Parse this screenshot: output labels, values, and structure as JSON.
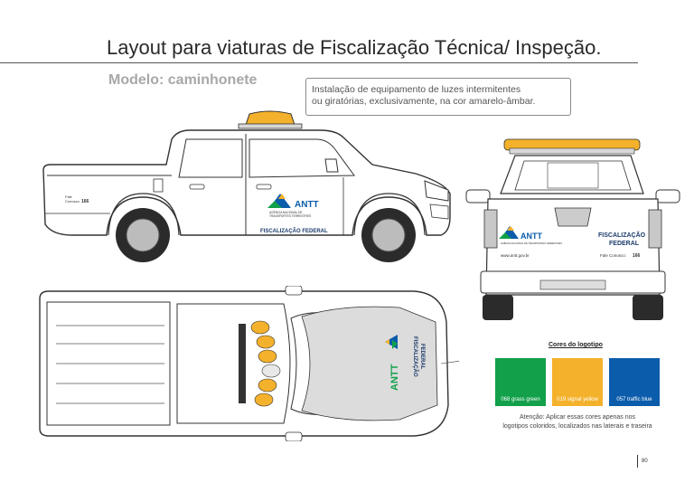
{
  "header": {
    "title": "Layout para viaturas de Fiscalização Técnica/ Inspeção.",
    "model_label": "Modelo: caminhonete"
  },
  "callout": {
    "line1": "Instalação de equipamento de luzes intermitentes",
    "line2": "ou giratórias, exclusivamente, na cor amarelo-âmbar."
  },
  "side_view": {
    "logo_text": "ANTT",
    "logo_subtitle_1": "AGÊNCIA NACIONAL DE",
    "logo_subtitle_2": "TRANSPORTES TERRESTRES",
    "door_label": "FISCALIZAÇÃO FEDERAL",
    "fale_conosco_1": "Fale",
    "fale_conosco_2": "Conosco",
    "phone": "166"
  },
  "rear_view": {
    "logo_text": "ANTT",
    "logo_subtitle": "AGÊNCIA NACIONAL DE TRANSPORTES TERRESTRES",
    "label_line1": "FISCALIZAÇÃO",
    "label_line2": "FEDERAL",
    "website": "www.antt.gov.br",
    "fale_conosco": "Fale Conosco:",
    "phone": "166"
  },
  "top_view": {
    "logo_text": "ANTT",
    "label_line1": "FISCALIZAÇÃO",
    "label_line2": "FEDERAL"
  },
  "legend": {
    "title": "Cores do logotipo",
    "swatches": [
      {
        "label": "068 grass green",
        "color": "#12a04a"
      },
      {
        "label": "019 signal yellow",
        "color": "#f4b12b"
      },
      {
        "label": "057 traffic blue",
        "color": "#0b5cab"
      }
    ],
    "note_line1": "Atenção: Aplicar essas cores apenas nos",
    "note_line2": "logotipos coloridos, localizados nas laterais e traseira"
  },
  "page": {
    "number": "80"
  },
  "colors": {
    "amber": "#f4b12b",
    "green": "#12a04a",
    "blue": "#0b5cab"
  }
}
